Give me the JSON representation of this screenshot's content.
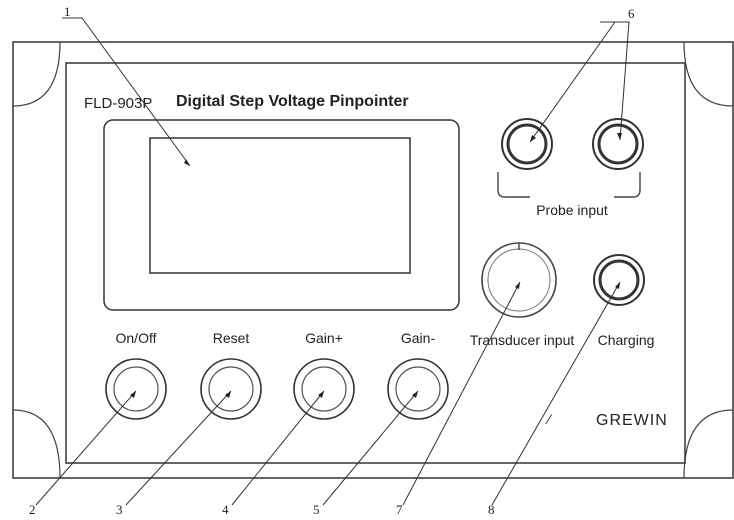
{
  "panel": {
    "model": "FLD-903P",
    "title": "Digital Step Voltage Pinpointer",
    "brand": "GREWIN"
  },
  "labels": {
    "probe_input": "Probe input",
    "transducer_input": "Transducer input",
    "charging": "Charging"
  },
  "buttons": [
    {
      "label": "On/Off"
    },
    {
      "label": "Reset"
    },
    {
      "label": "Gain+"
    },
    {
      "label": "Gain-"
    }
  ],
  "callouts": [
    "1",
    "2",
    "3",
    "4",
    "5",
    "6",
    "7",
    "8"
  ]
}
